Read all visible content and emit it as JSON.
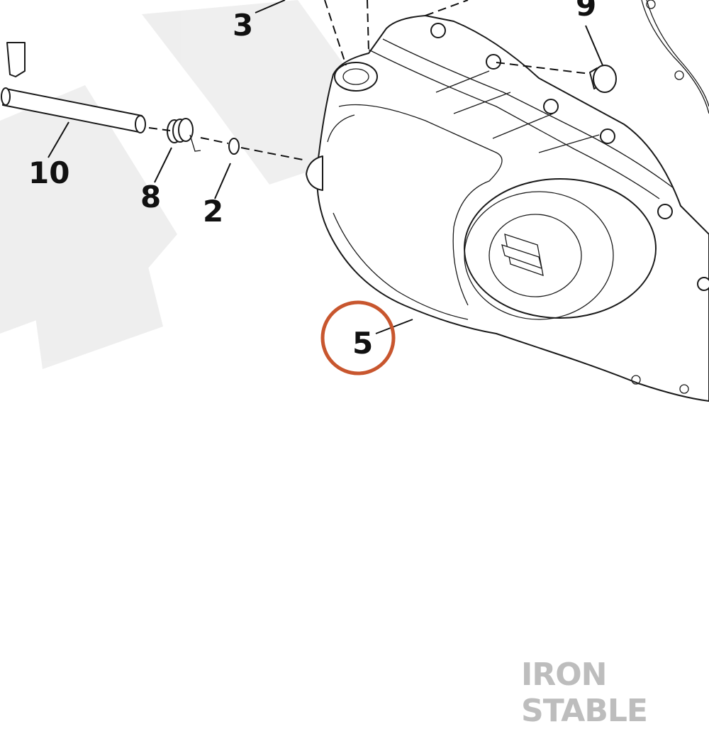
{
  "diagram": {
    "callouts": {
      "c3": "3",
      "c9": "9",
      "c10": "10",
      "c8": "8",
      "c2": "2",
      "c5": "5"
    },
    "watermark": "IRON STABLE",
    "highlight_color": "#c8562e"
  }
}
